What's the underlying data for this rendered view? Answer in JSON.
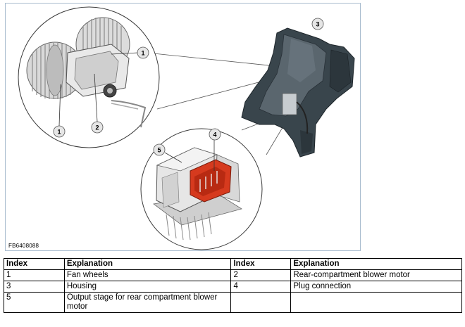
{
  "figure": {
    "code": "FB6408088",
    "callouts": {
      "c1a": "1",
      "c1b": "1",
      "c2": "2",
      "c3": "3",
      "c4": "4",
      "c5": "5"
    },
    "colors": {
      "housing": "#39454c",
      "housing_light": "#6b7780",
      "plug": "#d63a1e",
      "frame": "#a9bccf"
    }
  },
  "legend": {
    "headers": [
      "Index",
      "Explanation",
      "Index",
      "Explanation"
    ],
    "rows": [
      [
        "1",
        "Fan wheels",
        "2",
        "Rear-compartment blower motor"
      ],
      [
        "3",
        "Housing",
        "4",
        "Plug connection"
      ],
      [
        "5",
        "Output stage for rear compartment blower motor",
        "",
        ""
      ]
    ]
  }
}
